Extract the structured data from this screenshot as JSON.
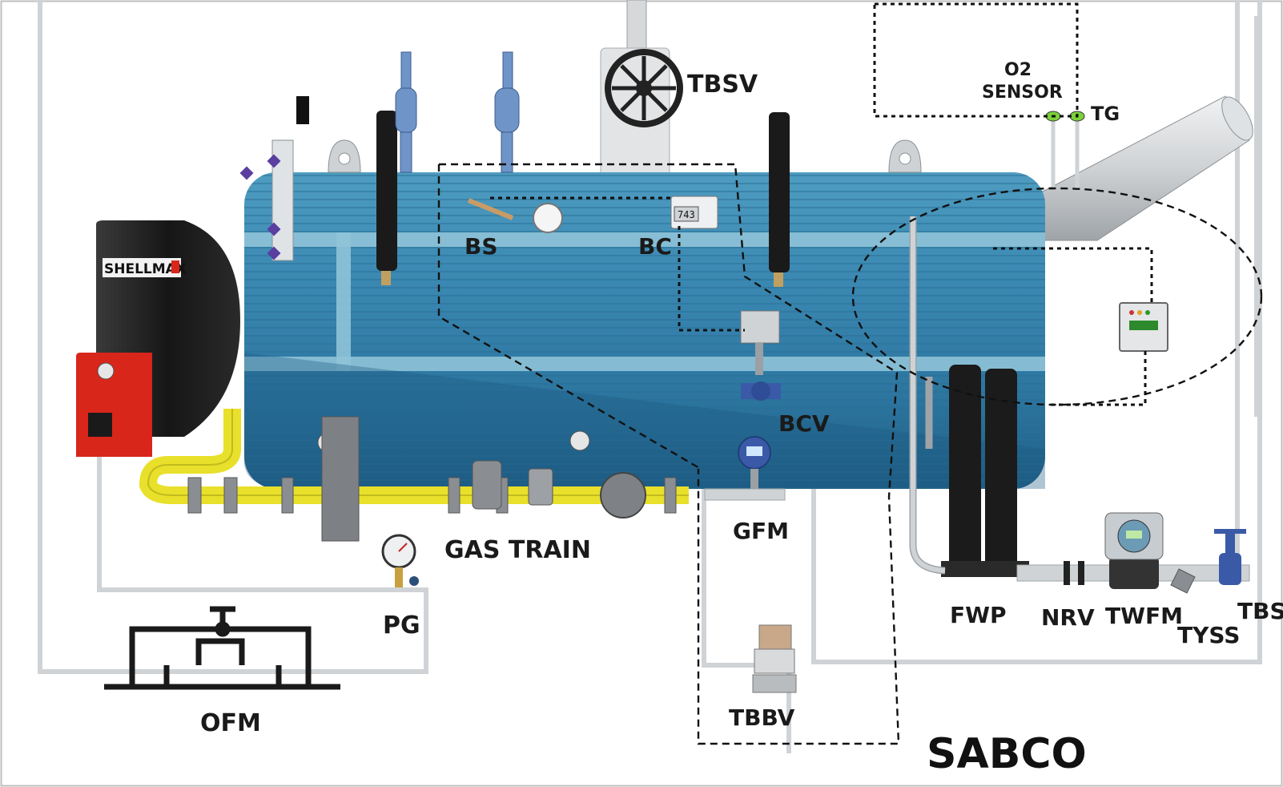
{
  "labels": {
    "tbsv": "TBSV",
    "o2_line1": "O2",
    "o2_line2": "SENSOR",
    "tg": "TG",
    "bs": "BS",
    "bc": "BC",
    "bcv": "BCV",
    "gfm": "GFM",
    "gas_train": "GAS TRAIN",
    "pg": "PG",
    "ofm": "OFM",
    "tbbv": "TBBV",
    "fwp": "FWP",
    "nrv": "NRV",
    "twfm": "TWFM",
    "tyss": "TYSS",
    "tbs": "TBS"
  },
  "brand": "SABCO",
  "burner_brand": "SHELLMAX",
  "bc_display": "743",
  "colors": {
    "boiler_body": "#2f7fa8",
    "boiler_light": "#5aa7c8",
    "gas_pipe": "#e8e02a",
    "burner_black": "#1c1c1c",
    "burner_red": "#d8261b",
    "valve_blue": "#3a5aa8",
    "pipe_grey": "#cfd3d6"
  }
}
